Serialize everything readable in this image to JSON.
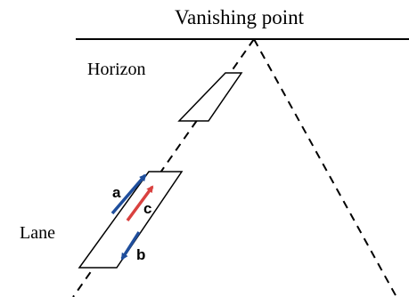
{
  "labels": {
    "vanishing_point": "Vanishing point",
    "horizon": "Horizon",
    "lane": "Lane",
    "a": "a",
    "b": "b",
    "c": "c"
  },
  "colors": {
    "line": "#000000",
    "arrow_ab": "#1f4e9c",
    "arrow_c": "#d9413f",
    "background": "#ffffff"
  }
}
